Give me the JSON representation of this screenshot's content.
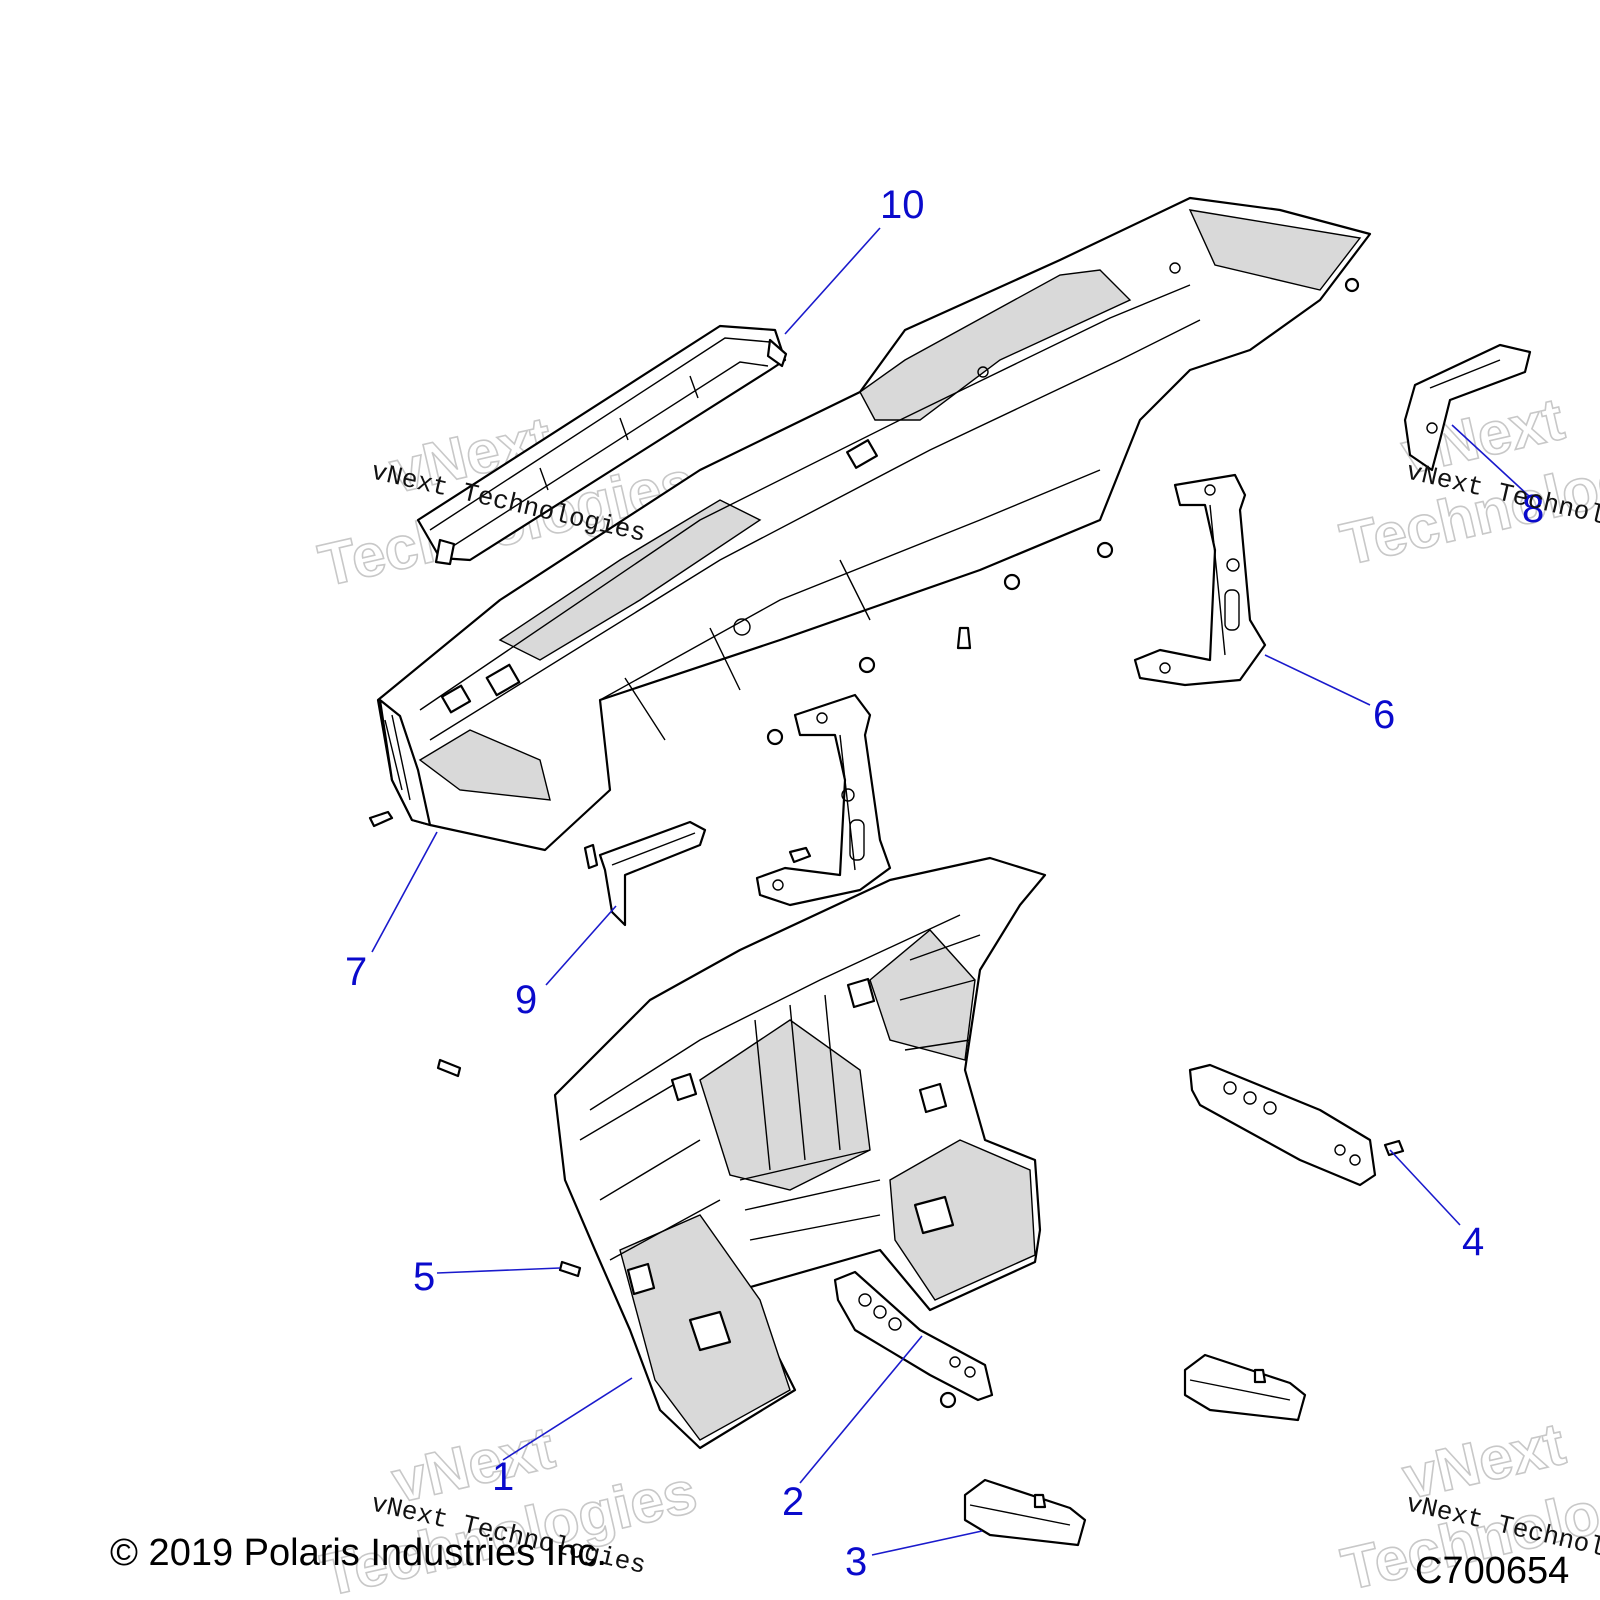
{
  "callouts": [
    {
      "label": "1"
    },
    {
      "label": "2"
    },
    {
      "label": "3"
    },
    {
      "label": "4"
    },
    {
      "label": "5"
    },
    {
      "label": "6"
    },
    {
      "label": "7"
    },
    {
      "label": "8"
    },
    {
      "label": "9"
    },
    {
      "label": "10"
    }
  ],
  "watermark": {
    "line1": "vNext",
    "line2": "Technologies",
    "caption": "vNext Technologies"
  },
  "footer": {
    "copyright": "© 2019 Polaris Industries Inc.",
    "figure_code": "C700654"
  },
  "colors": {
    "callout": "#0a0acc",
    "leader": "#1a1acc",
    "shade": "#d9d9d9"
  }
}
